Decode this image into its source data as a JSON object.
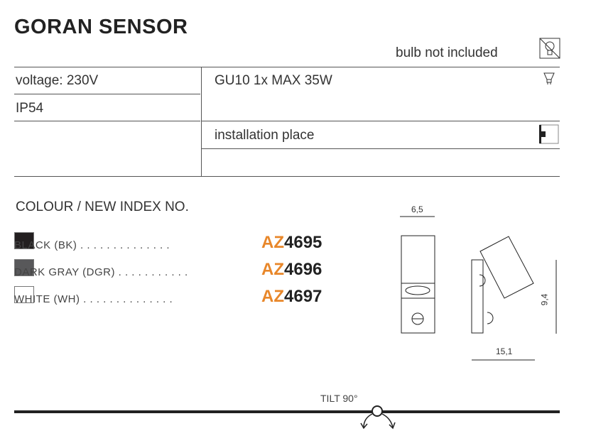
{
  "title": "GORAN SENSOR",
  "bulb_note": "bulb not included",
  "specs": {
    "voltage": "voltage: 230V",
    "ip": "IP54",
    "bulb": "GU10 1x MAX 35W",
    "installation": "installation place"
  },
  "colour_heading": "COLOUR / NEW INDEX NO.",
  "variants": [
    {
      "label": "BLACK (BK)",
      "dots": ". . . . . . . . . . . . . .",
      "prefix": "AZ",
      "number": "4695",
      "swatch": "#231f20"
    },
    {
      "label": "DARK GRAY (DGR)",
      "dots": ". . . . . . . . . . .",
      "prefix": "AZ",
      "number": "4696",
      "swatch": "#58585a"
    },
    {
      "label": "WHITE (WH)",
      "dots": ". . . . . . . . . . . . . .",
      "prefix": "AZ",
      "number": "4697",
      "swatch": "#ffffff"
    }
  ],
  "dimensions": {
    "width": "6,5",
    "depth": "15,1",
    "height": "9,4"
  },
  "tilt": "TILT 90°",
  "accent": "#e8872a"
}
